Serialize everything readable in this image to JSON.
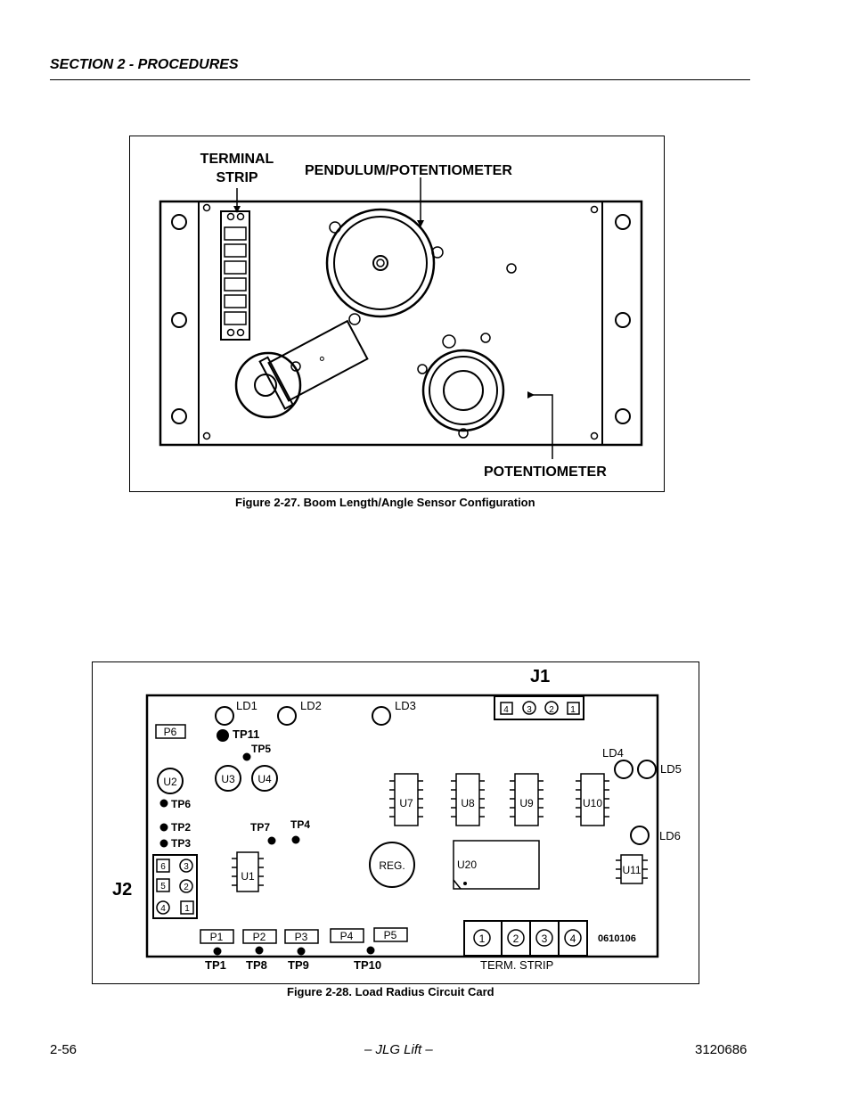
{
  "header": {
    "section": "SECTION 2 - PROCEDURES"
  },
  "figure1": {
    "labels": {
      "terminal_line1": "TERMINAL",
      "terminal_line2": "STRIP",
      "pendulum": "PENDULUM/POTENTIOMETER",
      "potentiometer": "POTENTIOMETER"
    },
    "caption": "Figure 2-27.  Boom Length/Angle Sensor Configuration"
  },
  "figure2": {
    "j1": "J1",
    "j2": "J2",
    "j1_pins": [
      "4",
      "3",
      "2",
      "1"
    ],
    "j2_pins": [
      "6",
      "3",
      "5",
      "2",
      "4",
      "1"
    ],
    "leds": {
      "ld1": "LD1",
      "ld2": "LD2",
      "ld3": "LD3",
      "ld4": "LD4",
      "ld5": "LD5",
      "ld6": "LD6"
    },
    "test_points": {
      "tp1": "TP1",
      "tp2": "TP2",
      "tp3": "TP3",
      "tp4": "TP4",
      "tp5": "TP5",
      "tp6": "TP6",
      "tp7": "TP7",
      "tp8": "TP8",
      "tp9": "TP9",
      "tp10": "TP10",
      "tp11": "TP11"
    },
    "chips": {
      "u1": "U1",
      "u2": "U2",
      "u3": "U3",
      "u4": "U4",
      "u7": "U7",
      "u8": "U8",
      "u9": "U9",
      "u10": "U10",
      "u11": "U11",
      "u20": "U20",
      "reg": "REG."
    },
    "pots": {
      "p1": "P1",
      "p2": "P2",
      "p3": "P3",
      "p4": "P4",
      "p5": "P5",
      "p6": "P6"
    },
    "term_pins": [
      "1",
      "2",
      "3",
      "4"
    ],
    "term_label": "TERM. STRIP",
    "part_no": "0610106",
    "caption": "Figure 2-28.  Load Radius Circuit Card"
  },
  "footer": {
    "page": "2-56",
    "center": "– JLG Lift –",
    "doc": "3120686"
  }
}
